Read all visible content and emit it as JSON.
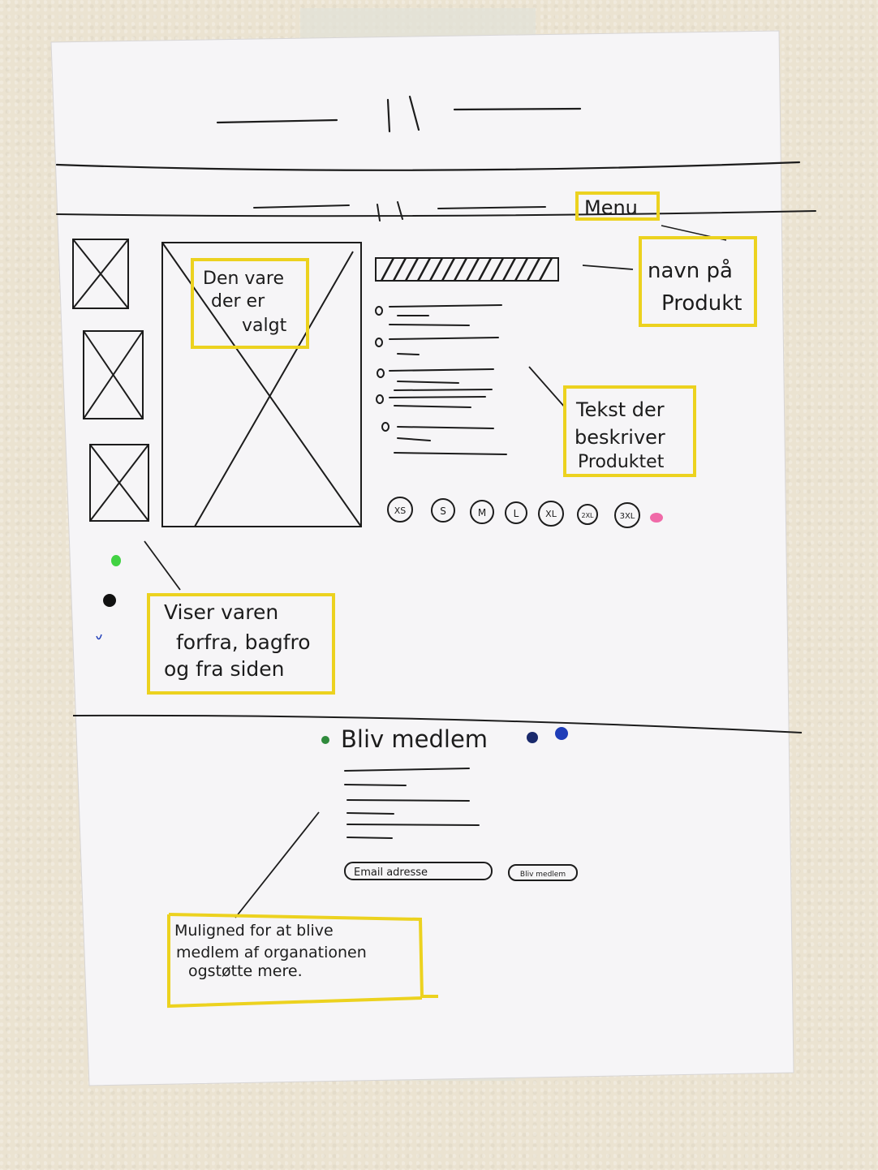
{
  "header": {
    "menu_label": "Menu"
  },
  "callouts": {
    "selected_item": [
      "Den vare",
      "der er",
      "valgt"
    ],
    "product_name": [
      "navn på",
      "Produkt"
    ],
    "description": [
      "Tekst der",
      "beskriver",
      "Produktet"
    ],
    "views": [
      "Viser varen",
      "forfra, bagfro",
      "og fra siden"
    ],
    "membership": [
      "Muligned for at blive",
      "medlem af organationen",
      "ogstøtte mere."
    ]
  },
  "sizes": [
    "XS",
    "S",
    "M",
    "L",
    "XL",
    "2XL",
    "3XL"
  ],
  "signup": {
    "title": "Bliv medlem",
    "email_placeholder": "Email adresse",
    "button_label": "Bliv medlem"
  },
  "colors": {
    "highlight": "#ecd21f",
    "ink": "#1c1c1c",
    "green": "#2f8a3c",
    "navy": "#1a2a6c",
    "blue": "#1f3db8",
    "pink": "#f06aa8",
    "lime": "#42d243"
  }
}
